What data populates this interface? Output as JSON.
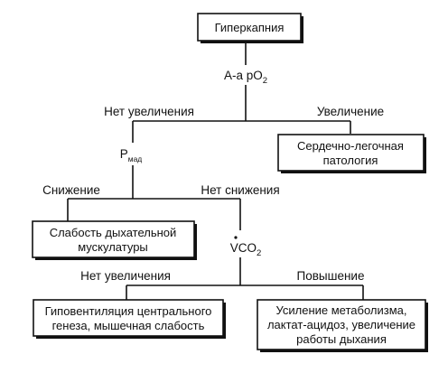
{
  "diagram": {
    "root": {
      "label": "Гиперкапния"
    },
    "decision_aa": {
      "prefix": "A-a pO",
      "sub": "2"
    },
    "branch_no_increase_1": "Нет увеличения",
    "branch_increase": "Увеличение",
    "cardiopulmonary": {
      "line1": "Сердечно-легочная",
      "line2": "патология"
    },
    "decision_pmax": {
      "main": "P",
      "sub": "мад"
    },
    "branch_decrease": "Снижение",
    "branch_no_decrease": "Нет снижения",
    "respiratory_weakness": {
      "line1": "Слабость дыхательной",
      "line2": "мускулатуры"
    },
    "decision_vco2": {
      "main": "VCO",
      "sub": "2"
    },
    "branch_no_increase_2": "Нет увеличения",
    "branch_raise": "Повышение",
    "central_hypoventilation": {
      "line1": "Гиповентиляция центрального",
      "line2": "генеза, мышечная слабость"
    },
    "metabolism": {
      "line1": "Усиление метаболизма,",
      "line2": "лактат-ацидоз, увеличение",
      "line3": "работы дыхания"
    }
  },
  "colors": {
    "ink": "#111111",
    "background": "#ffffff"
  }
}
